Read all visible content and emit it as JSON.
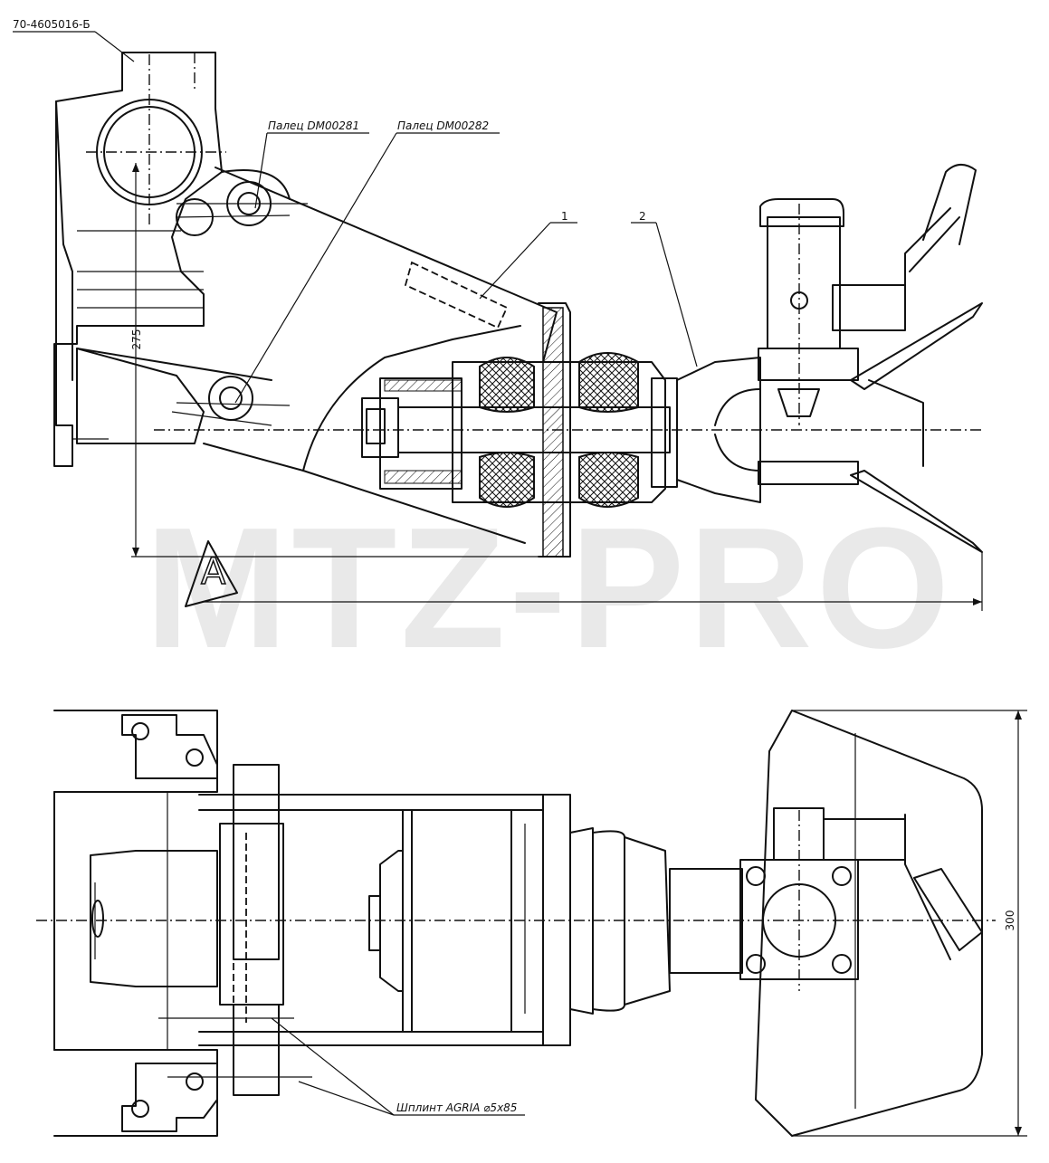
{
  "labels": {
    "assembly": "70-4605016-Б",
    "pin1": "Палец DM00281",
    "pin2": "Палец DM00282",
    "item1": "1",
    "item2": "2",
    "cotter": "Шплинт AGRIA  ⌀5x85",
    "view": "А"
  },
  "dimensions": {
    "vertical": "275",
    "width": "300"
  },
  "watermark": "MTZ-PRO"
}
